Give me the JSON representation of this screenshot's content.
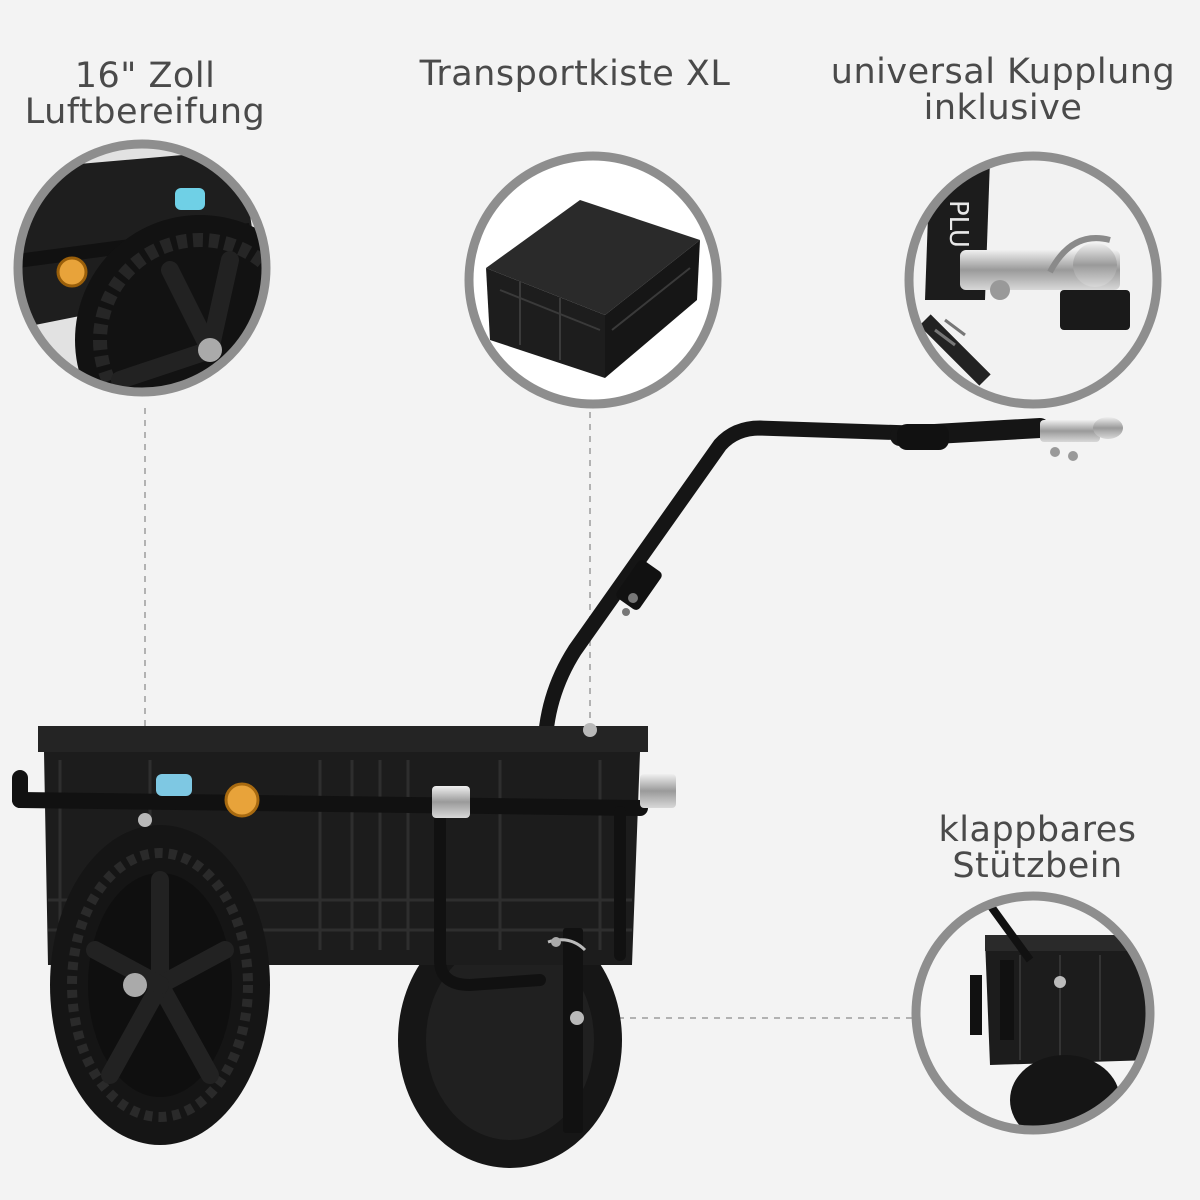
{
  "features": {
    "tires": {
      "line1": "16\" Zoll",
      "line2": "Luftbereifung"
    },
    "box": {
      "line1": "Transportkiste XL"
    },
    "coupling": {
      "line1": "universal Kupplung",
      "line2": "inklusive"
    },
    "stand": {
      "line1": "klappbares",
      "line2": "Stützbein"
    }
  },
  "colors": {
    "background": "#f3f3f3",
    "text": "#4a4a4a",
    "ring": "#8e8e8e",
    "product": "#1b1b1b"
  }
}
